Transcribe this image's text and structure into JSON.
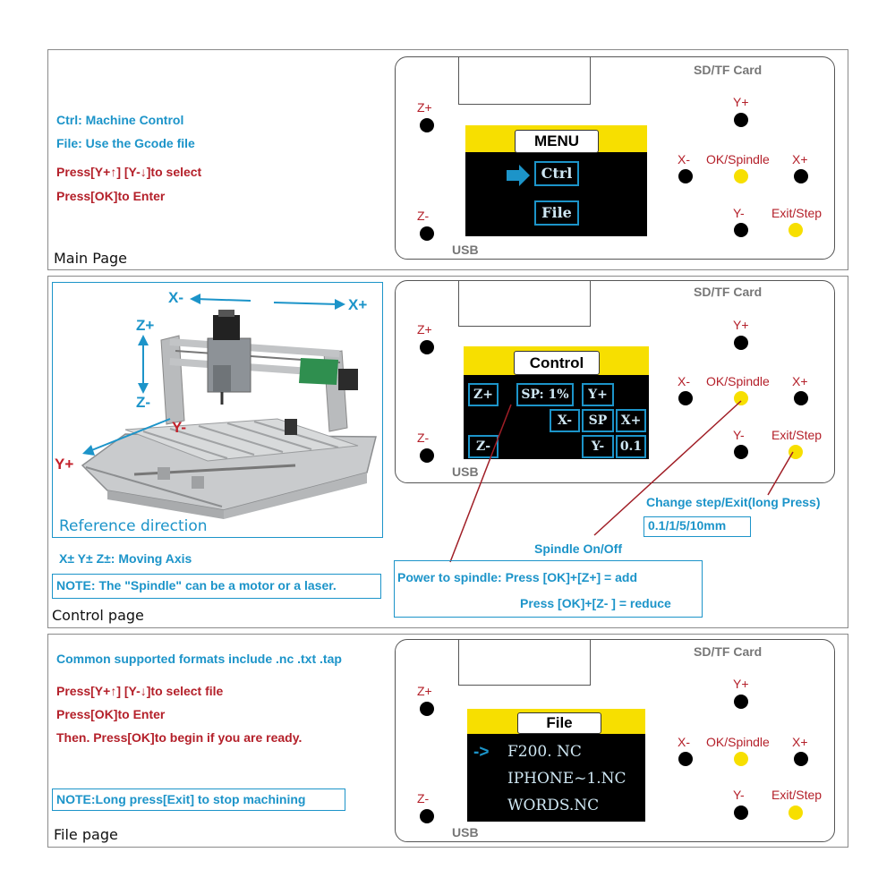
{
  "board": {
    "sd_card": "SD/TF Card",
    "usb": "USB",
    "zplus": "Z+",
    "zminus": "Z-",
    "yplus": "Y+",
    "yminus": "Y-",
    "xminus": "X-",
    "xplus": "X+",
    "ok_spindle": "OK/Spindle",
    "exit_step": "Exit/Step"
  },
  "main": {
    "label": "Main Page",
    "lines": {
      "ctrl": "Ctrl: Machine Control",
      "file": "File: Use the Gcode file",
      "select": "Press[Y+↑] [Y-↓]to select",
      "enter": "Press[OK]to Enter"
    },
    "screen": {
      "title": "MENU",
      "item1": "Ctrl",
      "item2": "File"
    }
  },
  "control": {
    "label": "Control page",
    "ref_label": "Reference direction",
    "axes": {
      "xminus": "X-",
      "xplus": "X+",
      "zplus": "Z+",
      "zminus": "Z-",
      "yplus": "Y+",
      "yminus": "Y-"
    },
    "moving_axis": "X± Y± Z±: Moving Axis",
    "note": "NOTE: The \"Spindle\" can be a motor or a laser.",
    "screen": {
      "title": "Control",
      "zplus": "Z+",
      "sp_pct": "SP: 1%",
      "yplus": "Y+",
      "xminus": "X-",
      "sp": "SP",
      "xplus": "X+",
      "zminus": "Z-",
      "yminus": "Y-",
      "step": "0.1"
    },
    "change_step": "Change step/Exit(long Press)",
    "step_values": "0.1/1/5/10mm",
    "spindle_onoff": "Spindle On/Off",
    "power_add": "Power to spindle: Press [OK]+[Z+] = add",
    "power_reduce": "Press [OK]+[Z- ] = reduce"
  },
  "file": {
    "label": "File page",
    "formats": "Common supported formats include .nc .txt .tap",
    "select": "Press[Y+↑] [Y-↓]to select  file",
    "enter": "Press[OK]to Enter",
    "begin": "Then. Press[OK]to begin if you are ready.",
    "note": "NOTE:Long press[Exit] to stop machining",
    "screen": {
      "title": "File",
      "arrow": "->",
      "f1": "F200. NC",
      "f2": "IPHONE~1.NC",
      "f3": "WORDS.NC"
    }
  }
}
